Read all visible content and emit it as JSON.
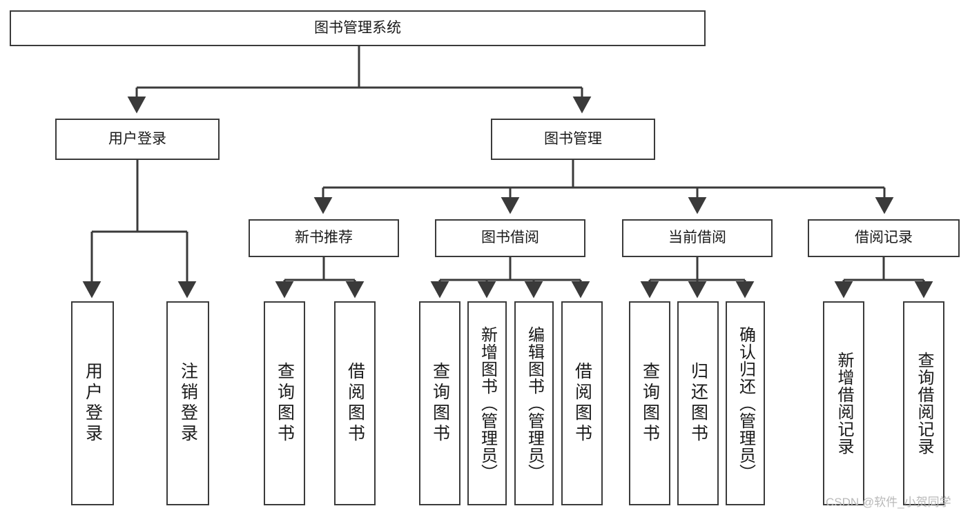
{
  "diagram": {
    "title": "图书管理系统",
    "type": "functional-structure-tree",
    "watermark": "CSDN @软件_小贺同学",
    "colors": {
      "stroke": "#3a3a3a",
      "fill": "#ffffff",
      "text": "#1a1a1a",
      "watermark": "#b9b9b9"
    }
  },
  "nodes": {
    "root": {
      "label": "图书管理系统",
      "level": 0
    },
    "level1": [
      {
        "id": "user-login",
        "label": "用户登录"
      },
      {
        "id": "book-manage",
        "label": "图书管理"
      }
    ],
    "level2": [
      {
        "id": "new-book-recommend",
        "label": "新书推荐",
        "parent": "book-manage"
      },
      {
        "id": "book-borrow",
        "label": "图书借阅",
        "parent": "book-manage"
      },
      {
        "id": "current-borrow",
        "label": "当前借阅",
        "parent": "book-manage"
      },
      {
        "id": "borrow-record",
        "label": "借阅记录",
        "parent": "book-manage"
      }
    ],
    "leaves": [
      {
        "id": "leaf-user-login",
        "label": "用户登录",
        "parent": "user-login"
      },
      {
        "id": "leaf-logout",
        "label": "注销登录",
        "parent": "user-login"
      },
      {
        "id": "leaf-query-book-1",
        "label": "查询图书",
        "parent": "new-book-recommend"
      },
      {
        "id": "leaf-borrow-book-1",
        "label": "借阅图书",
        "parent": "new-book-recommend"
      },
      {
        "id": "leaf-query-book-2",
        "label": "查询图书",
        "parent": "book-borrow"
      },
      {
        "id": "leaf-add-book",
        "label": "新增图书（管理员）",
        "parent": "book-borrow"
      },
      {
        "id": "leaf-edit-book",
        "label": "编辑图书（管理员）",
        "parent": "book-borrow"
      },
      {
        "id": "leaf-borrow-book-2",
        "label": "借阅图书",
        "parent": "book-borrow"
      },
      {
        "id": "leaf-query-book-3",
        "label": "查询图书",
        "parent": "current-borrow"
      },
      {
        "id": "leaf-return-book",
        "label": "归还图书",
        "parent": "current-borrow"
      },
      {
        "id": "leaf-confirm-return",
        "label": "确认归还（管理员）",
        "parent": "current-borrow"
      },
      {
        "id": "leaf-add-record",
        "label": "新增借阅记录",
        "parent": "borrow-record"
      },
      {
        "id": "leaf-query-record",
        "label": "查询借阅记录",
        "parent": "borrow-record"
      }
    ]
  }
}
